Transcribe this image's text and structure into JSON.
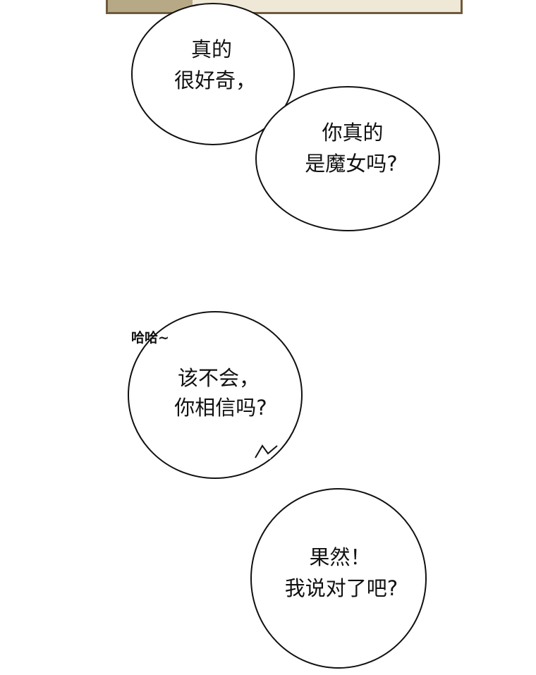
{
  "bubble_1": {
    "lines": [
      "真的",
      "很好奇，"
    ]
  },
  "bubble_2": {
    "lines": [
      "你真的",
      "是魔女吗?"
    ]
  },
  "sfx_laugh": "哈哈~",
  "bubble_3": {
    "lines": [
      "该不会，",
      "你相信吗?"
    ]
  },
  "bubble_4": {
    "lines": [
      "果然！",
      "我说对了吧?"
    ]
  }
}
